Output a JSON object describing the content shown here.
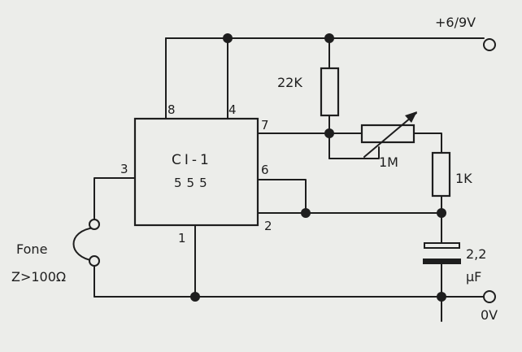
{
  "schematic": {
    "ic": {
      "name": "CI-1",
      "type": "555",
      "pins": {
        "p8": "8",
        "p4": "4",
        "p7": "7",
        "p3": "3",
        "p6": "6",
        "p2": "2",
        "p1": "1"
      }
    },
    "supply": {
      "positive": "+6/9V",
      "ground": "0V"
    },
    "components": {
      "r_fixed": "22K",
      "pot": "1M",
      "r_series": "1K",
      "capacitor_value": "2,2",
      "capacitor_unit": "μF"
    },
    "output": {
      "label": "Fone",
      "impedance": "Z>100Ω"
    }
  }
}
